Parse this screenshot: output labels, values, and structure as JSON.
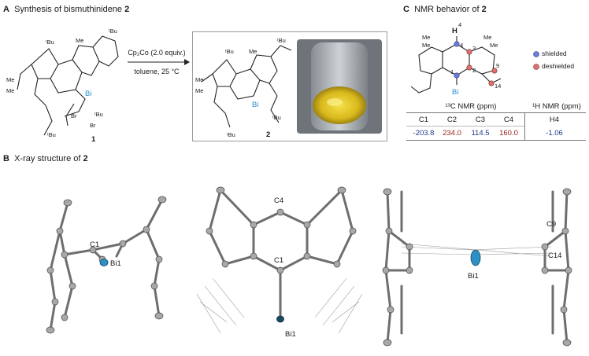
{
  "panel_a": {
    "letter": "A",
    "title_prefix": "Synthesis of bismuthinidene ",
    "title_compound": "2",
    "reactant_label": "1",
    "product_label": "2",
    "reagent": "Cp₂Co (2.0 equiv.)",
    "conditions": "toluene, 25 °C",
    "substituents": [
      "ᵗBu",
      "Me",
      "Bi",
      "Br"
    ]
  },
  "panel_b": {
    "letter": "B",
    "title_prefix": "X-ray structure of ",
    "title_compound": "2",
    "view1_labels": [
      "C1",
      "Bi1"
    ],
    "view2_labels": [
      "C4",
      "C1",
      "Bi1"
    ],
    "view3_labels": [
      "C9",
      "C14",
      "Bi1"
    ]
  },
  "panel_c": {
    "letter": "C",
    "title_prefix": "NMR behavior of ",
    "title_compound": "2",
    "legend_shielded": "shielded",
    "legend_deshielded": "deshielded",
    "structure_labels": [
      "H",
      "4",
      "3",
      "2",
      "1",
      "9",
      "14",
      "Bi",
      "Me"
    ],
    "table": {
      "c13_header": "¹³C NMR (ppm)",
      "h1_header": "¹H NMR (ppm)",
      "columns": [
        "C1",
        "C2",
        "C3",
        "C4",
        "H4"
      ],
      "values": [
        "-203.8",
        "234.0",
        "114.5",
        "160.0",
        "-1.06"
      ]
    },
    "colors": {
      "shielded": "#6b7fd8",
      "deshielded": "#e07070"
    }
  }
}
